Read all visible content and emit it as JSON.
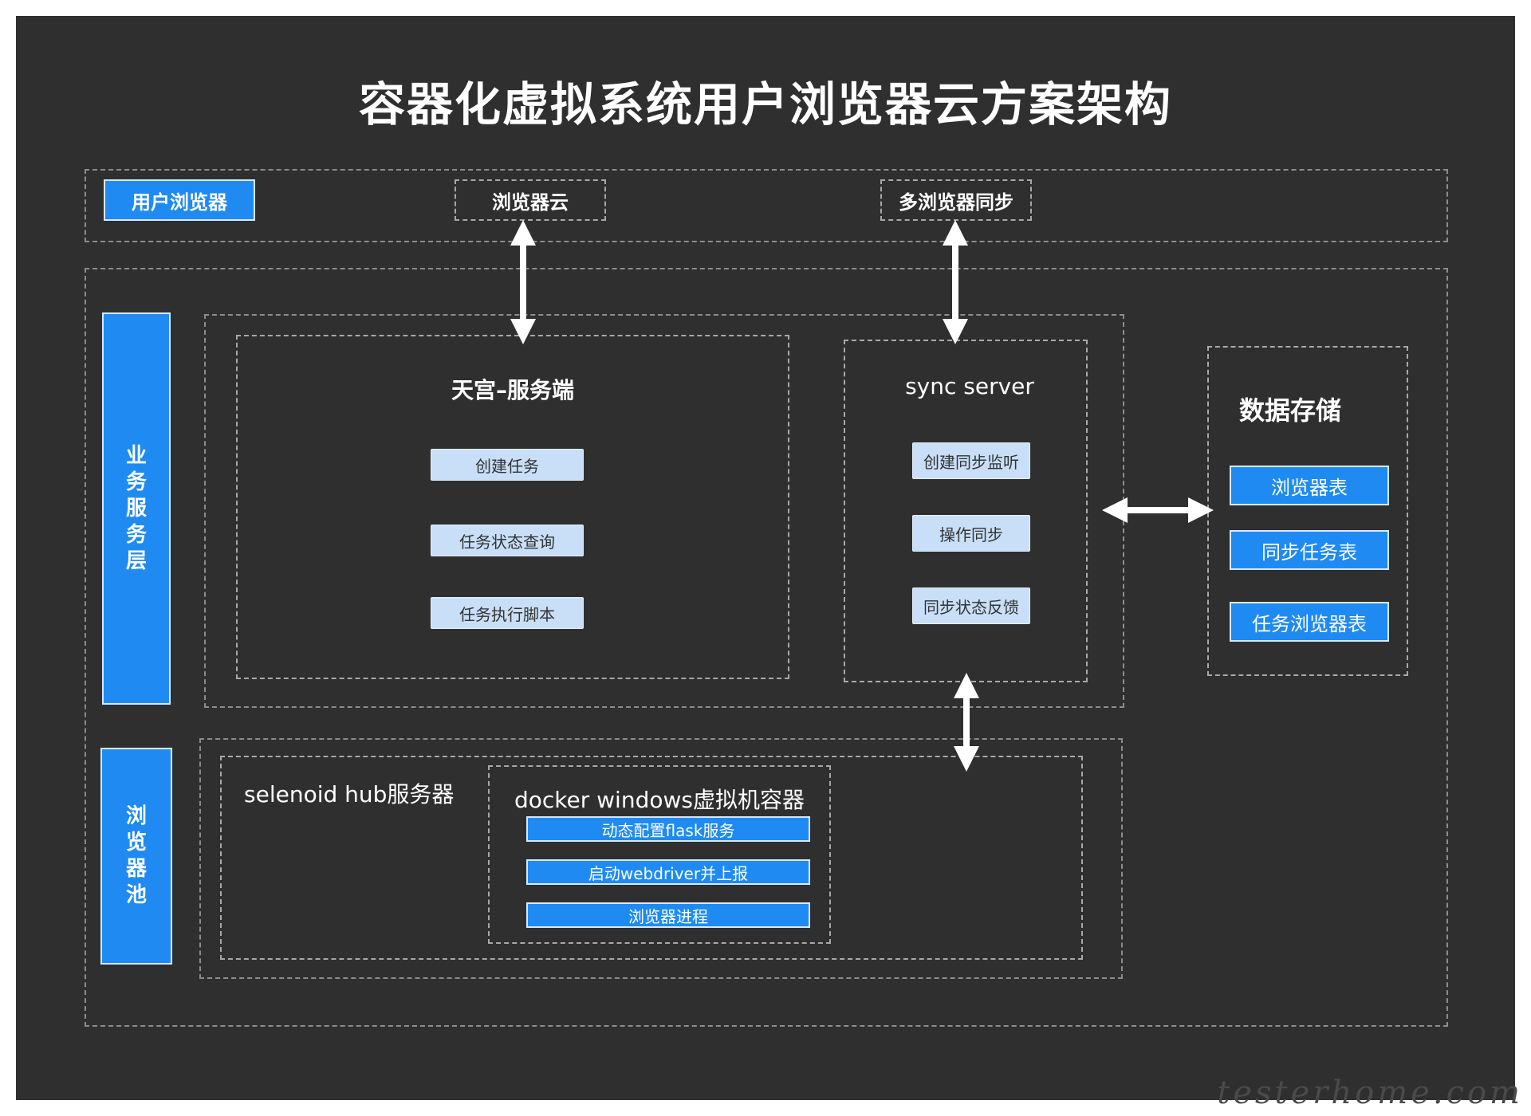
{
  "title": "容器化虚拟系统用户浏览器云方案架构",
  "top_bar": {
    "user_browser": "用户浏览器",
    "browser_cloud": "浏览器云",
    "multi_browser_sync": "多浏览器同步"
  },
  "layers": {
    "business": "业务服务层",
    "browser_pool": "浏览器池"
  },
  "tiangong": {
    "title": "天宫–服务端",
    "items": [
      "创建任务",
      "任务状态查询",
      "任务执行脚本"
    ]
  },
  "sync_server": {
    "title": "sync server",
    "items": [
      "创建同步监听",
      "操作同步",
      "同步状态反馈"
    ]
  },
  "data_storage": {
    "title": "数据存储",
    "items": [
      "浏览器表",
      "同步任务表",
      "任务浏览器表"
    ]
  },
  "selenoid": {
    "title": "selenoid hub服务器"
  },
  "docker": {
    "title": "docker windows虚拟机容器",
    "items": [
      "动态配置flask服务",
      "启动webdriver并上报",
      "浏览器进程"
    ]
  },
  "watermark": "testerhome.com",
  "colors": {
    "background": "#2f2f2f",
    "accent_blue": "#1f8bf2",
    "light_blue": "#c8dff7",
    "dashed_border": "#8c8c8c"
  }
}
